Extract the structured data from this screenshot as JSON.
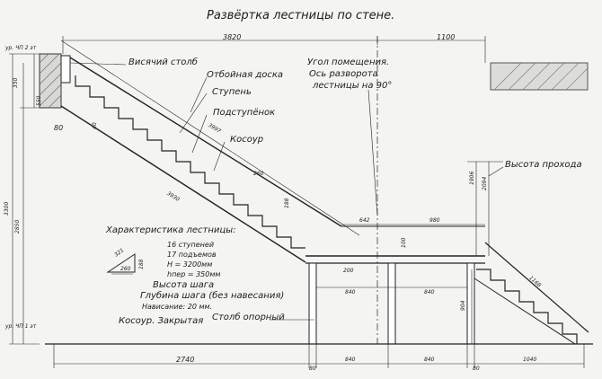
{
  "title": "Развёртка лестницы по стене.",
  "labels": {
    "hanging_post": "Висячий столб",
    "fender_board": "Отбойная доска",
    "step": "Ступень",
    "riser": "Подступёнок",
    "stringer": "Косоур",
    "room_corner_1": "Угол помещения.",
    "room_corner_2": "Ось разворота",
    "room_corner_3": "лестницы на 90°",
    "passage_height": "Высота прохода",
    "support_post": "Столб опорный",
    "stringer_type": "Косоур. Закрытая",
    "charact_title": "Характеристика лестницы:",
    "charact_1": "16 ступеней",
    "charact_2": "17 подъемов",
    "charact_3": "H = 3200мм",
    "charact_4": "hпер = 350мм",
    "step_height": "Высота шага",
    "step_depth": "Глубина шага (без навесания)",
    "overhang": "Нависание: 20 мм."
  },
  "dims": {
    "d3820": "3820",
    "d1100": "1100",
    "d350": "350",
    "d550": "550",
    "d3300": "3300",
    "d2850": "2850",
    "d2740": "2740",
    "d80_top": "80",
    "d80_bottom": "80",
    "d80_right": "80",
    "d3997": "3997",
    "d3930": "3930",
    "d260": "260",
    "d188": "188",
    "d642": "642",
    "d980": "980",
    "d100": "100",
    "d200": "200",
    "d840_a": "840",
    "d840_b": "840",
    "d840_c": "840",
    "d840_d": "840",
    "d1906": "1906",
    "d2094": "2094",
    "d1168": "1168",
    "d904": "904",
    "d1040": "1040",
    "d321": "321",
    "d260_small": "260",
    "d188_small": "188",
    "d40": "40",
    "floor_top": "ур. ЧП 2 эт",
    "floor_bottom": "ур. ЧП 1 эт"
  }
}
